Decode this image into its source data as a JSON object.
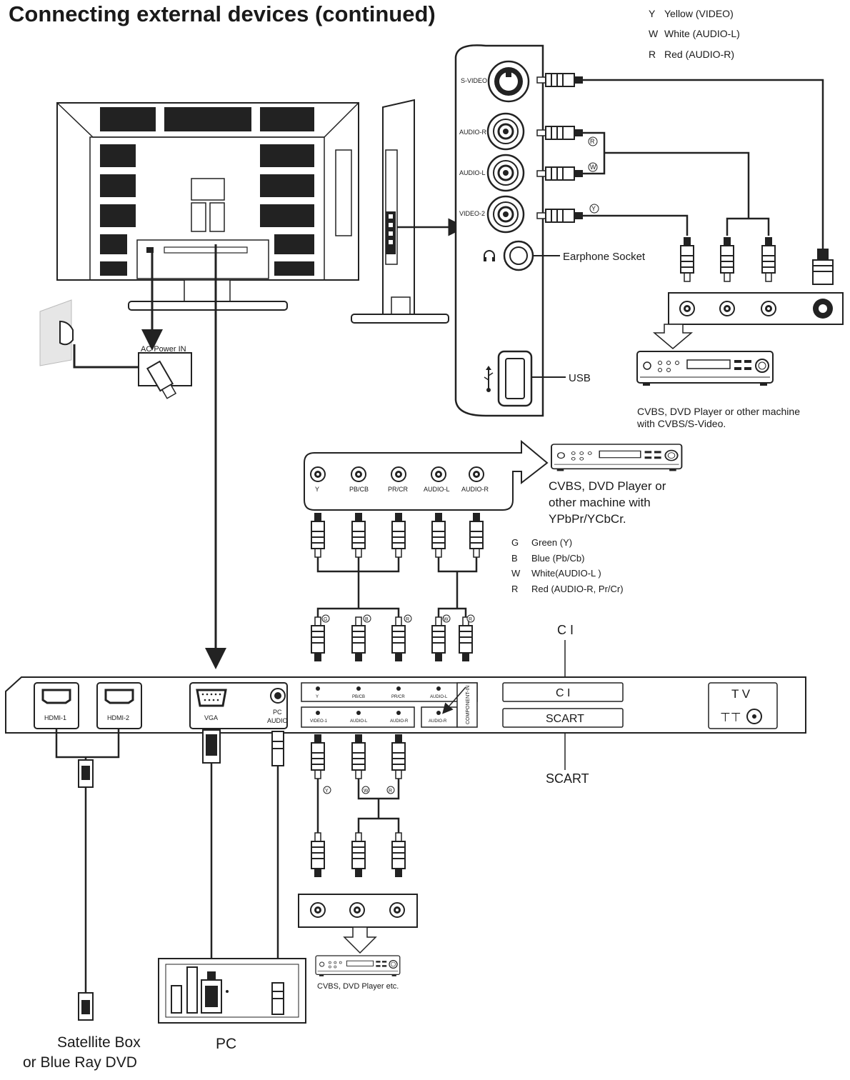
{
  "title": "Connecting external devices (continued)",
  "legend_top": [
    {
      "code": "Y",
      "text": "Yellow (VIDEO)"
    },
    {
      "code": "W",
      "text": "White (AUDIO-L)"
    },
    {
      "code": "R",
      "text": "Red (AUDIO-R)"
    }
  ],
  "side_panel": {
    "svideo": "S-VIDEO",
    "audio_r": "AUDIO-R",
    "audio_l": "AUDIO-L",
    "video2": "VIDEO-2",
    "earphone": "Earphone Socket",
    "usb": "USB"
  },
  "ac_power": "AC Power IN",
  "cvbs_device": {
    "line1": "CVBS, DVD Player or other machine",
    "line2": "with CVBS/S-Video."
  },
  "ypbpr_jacks": [
    "Y",
    "PB/CB",
    "PR/CR",
    "AUDIO-L",
    "AUDIO-R"
  ],
  "ypbpr_device": {
    "line1": "CVBS, DVD  Player or",
    "line2": "other machine with",
    "line3": "YPbPr/YCbCr."
  },
  "legend_mid": [
    {
      "code": "G",
      "text": "Green (Y)"
    },
    {
      "code": "B",
      "text": "Blue (Pb/Cb)"
    },
    {
      "code": "W",
      "text": "White(AUDIO-L )"
    },
    {
      "code": "R",
      "text": "Red (AUDIO-R, Pr/Cr)"
    }
  ],
  "plug_marks": {
    "r": "R",
    "w": "W",
    "y": "Y",
    "g": "G",
    "b": "B"
  },
  "bottom_panel": {
    "hdmi1": "HDMI-1",
    "hdmi2": "HDMI-2",
    "vga": "VGA",
    "pc_audio_1": "PC",
    "pc_audio_2": "AUDIO",
    "comp_top": [
      "Y",
      "PB/CB",
      "PR/CR",
      "AUDIO-L"
    ],
    "comp_bottom": [
      "VIDEO-1",
      "AUDIO-L",
      "AUDIO-R",
      "AUDIO-R"
    ],
    "component_in": "COMPONENT-IN",
    "ci_slot": "C I",
    "scart_slot": "SCART",
    "tv": "T V",
    "tv_symbol": "⊤⊤"
  },
  "ci_label": "C I",
  "scart_label": "SCART",
  "bottom_device": "CVBS, DVD Player etc.",
  "satellite": {
    "line1": "Satellite Box",
    "line2": "or Blue Ray DVD"
  },
  "pc": "PC"
}
